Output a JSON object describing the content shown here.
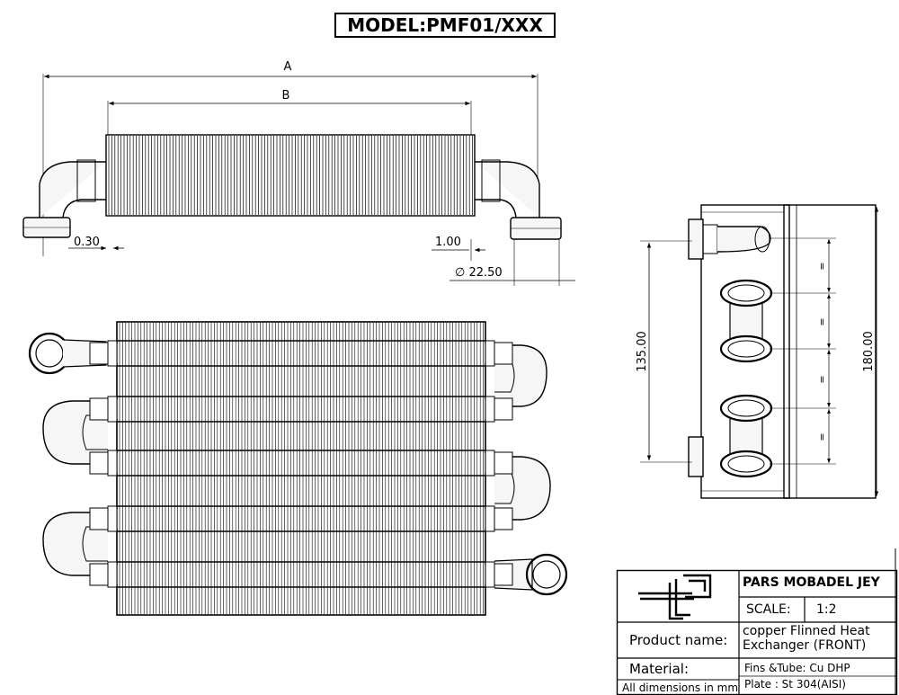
{
  "title": "MODEL:PMF01/XXX",
  "dimensions": {
    "a": "A",
    "b": "B",
    "left_gap": "0.30",
    "right_gap": "1.00",
    "diameter": "∅ 22.50",
    "height_inner": "135.00",
    "height_outer": "180.00",
    "equal": "="
  },
  "title_block": {
    "company": "PARS MOBADEL JEY",
    "scale_label": "SCALE:",
    "scale_value": "1:2",
    "product_label": "Product name:",
    "product_value_line1": "copper Flinned Heat",
    "product_value_line2": "Exchanger (FRONT)",
    "material_label": "Material:",
    "material_value": "Fins &Tube: Cu DHP",
    "dims_label": "All dimensions in mm",
    "plate_value": "Plate : St 304(AISI)"
  },
  "colors": {
    "line": "#000000",
    "background": "#ffffff",
    "pipe_fill": "#f4f4f4"
  }
}
